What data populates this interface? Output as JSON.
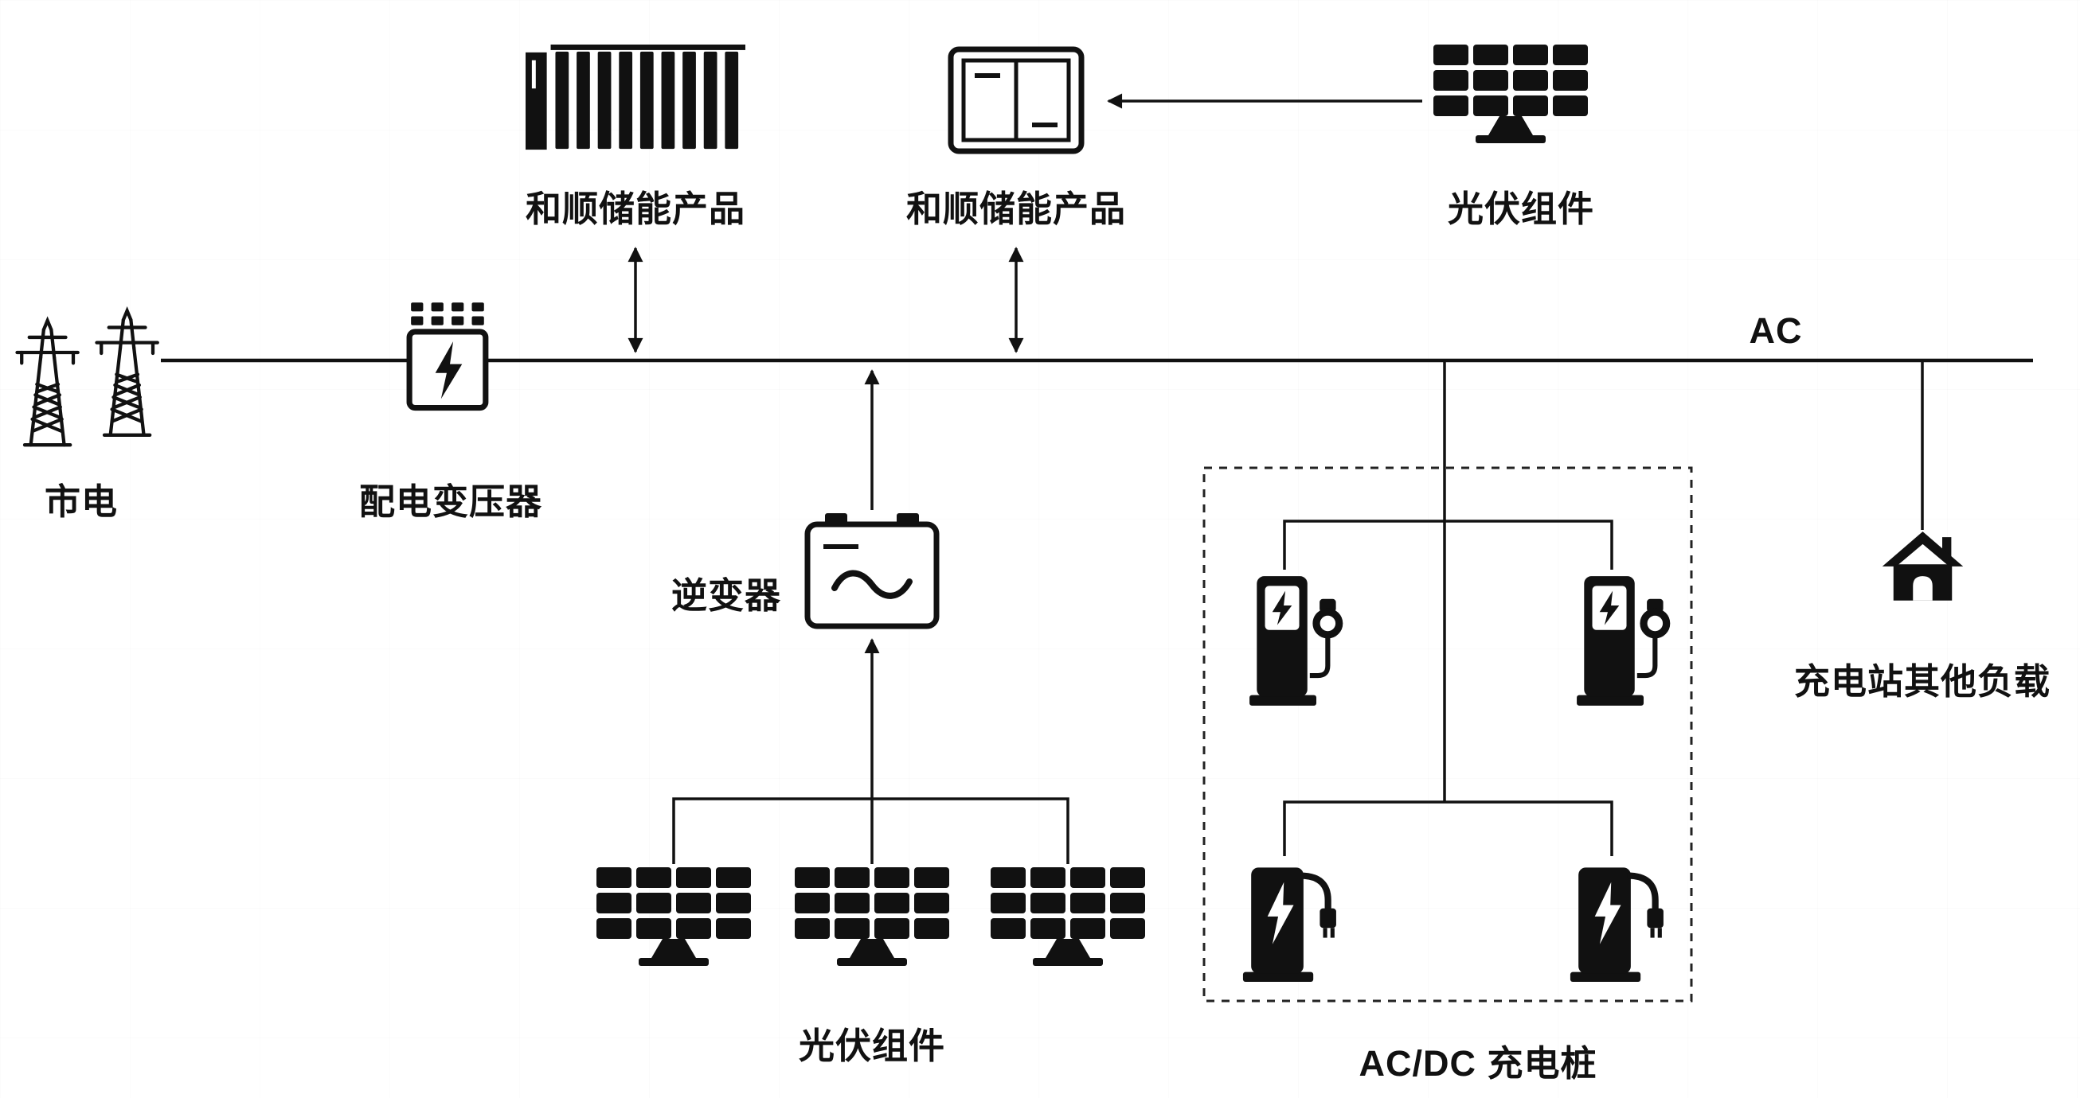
{
  "diagram": {
    "title_hint": "microgrid-pv-storage-charging-station",
    "colors": {
      "ink": "#111111",
      "background": "#ffffff",
      "dashed_box": "#222222"
    },
    "bus_label": "AC",
    "nodes": {
      "utility": {
        "label": "市电"
      },
      "transformer": {
        "label": "配电变压器"
      },
      "storage_container": {
        "label": "和顺储能产品"
      },
      "storage_cabinet": {
        "label": "和顺储能产品"
      },
      "pv_top": {
        "label": "光伏组件"
      },
      "inverter": {
        "label": "逆变器"
      },
      "pv_bottom": {
        "label": "光伏组件"
      },
      "charging_piles": {
        "label": "AC/DC 充电桩"
      },
      "other_loads": {
        "label": "充电站其他负载"
      }
    }
  }
}
